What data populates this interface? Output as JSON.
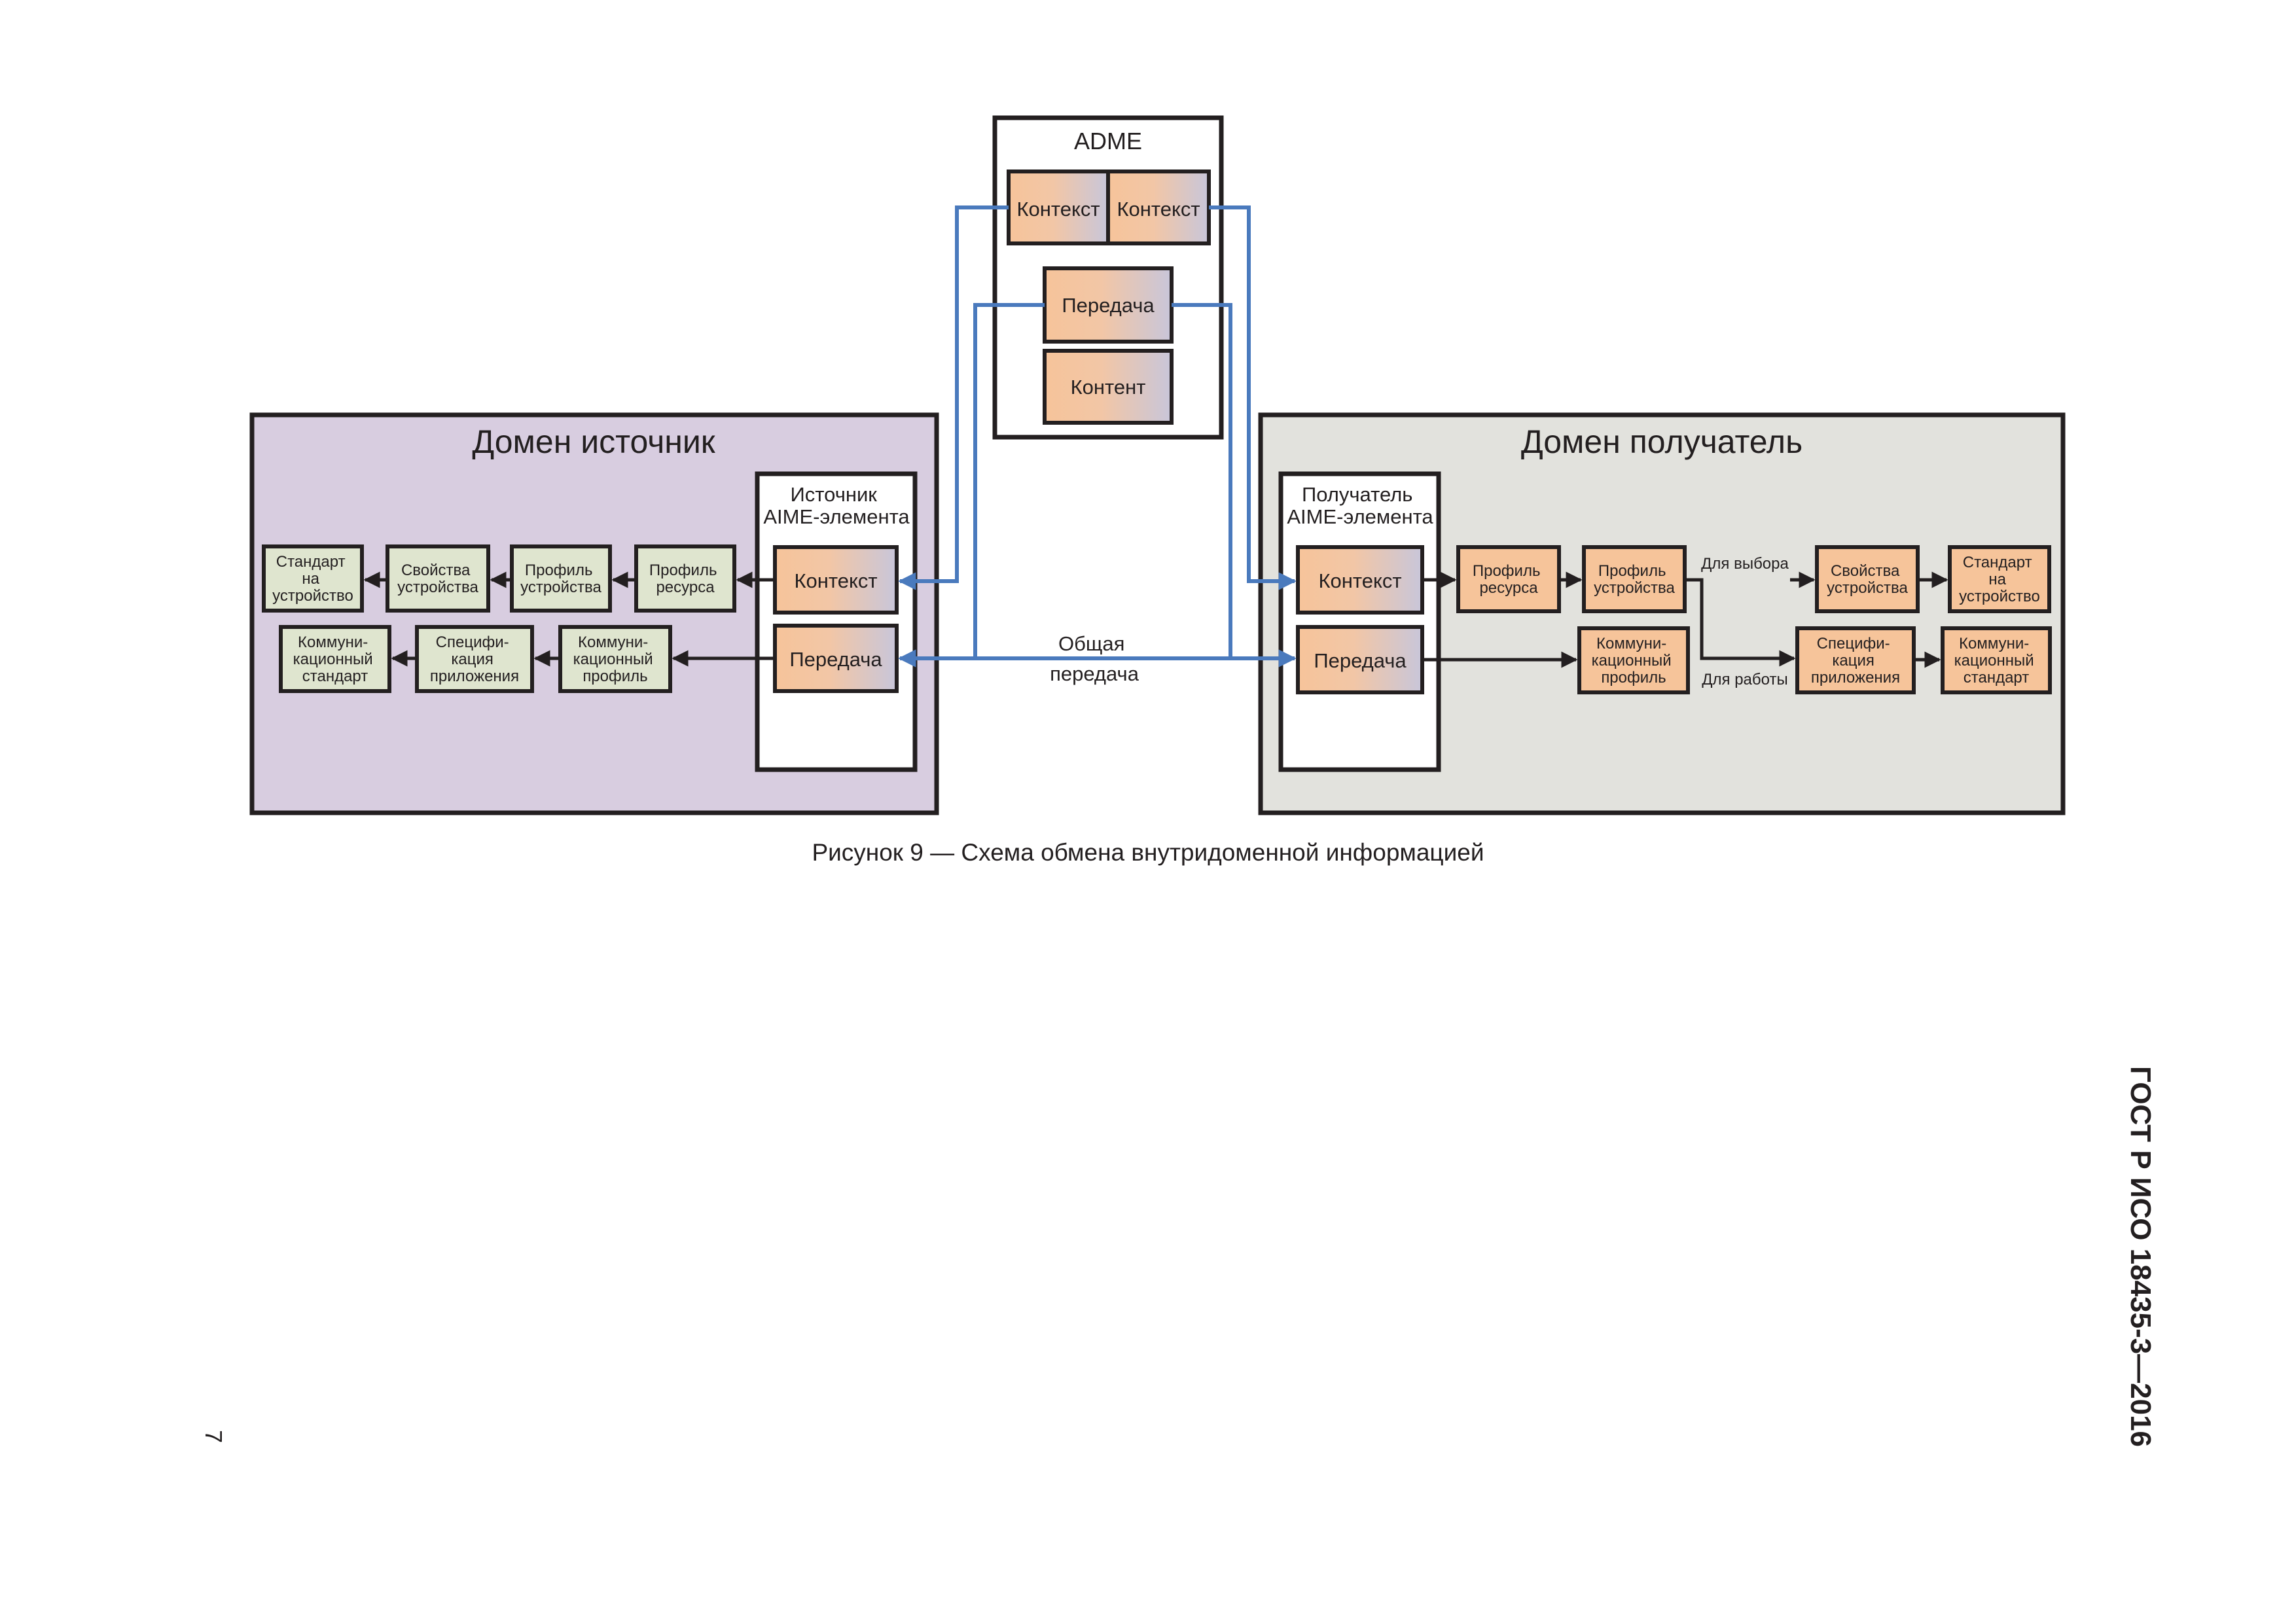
{
  "colors": {
    "source_domain_bg": "#d8cde0",
    "receiver_domain_bg": "#e2e2dd",
    "light_box": "#dfe5cf",
    "orange": "#f6c49a",
    "lavender": "#cac7da",
    "blue_line": "#4a7abd",
    "outline": "#231f20"
  },
  "adme": {
    "title": "ADME",
    "context_left": "Контекст",
    "context_right": "Контекст",
    "transfer": "Передача",
    "content": "Контент"
  },
  "source_domain": {
    "title": "Домен источник",
    "element_lines": [
      "Источник",
      "AIME-элемента"
    ],
    "context": "Контекст",
    "transfer": "Передача",
    "row1": [
      {
        "lines": [
          "Стандарт",
          "на",
          "устройство"
        ]
      },
      {
        "lines": [
          "Свойства",
          "устройства"
        ]
      },
      {
        "lines": [
          "Профиль",
          "устройства"
        ]
      },
      {
        "lines": [
          "Профиль",
          "ресурса"
        ]
      }
    ],
    "row2": [
      {
        "lines": [
          "Коммуни-",
          "кационный",
          "стандарт"
        ]
      },
      {
        "lines": [
          "Специфи-",
          "кация",
          "приложения"
        ]
      },
      {
        "lines": [
          "Коммуни-",
          "кационный",
          "профиль"
        ]
      }
    ]
  },
  "receiver_domain": {
    "title": "Домен получатель",
    "element_lines": [
      "Получатель",
      "AIME-элемента"
    ],
    "context": "Контекст",
    "transfer": "Передача",
    "row1": [
      {
        "lines": [
          "Профиль",
          "ресурса"
        ]
      },
      {
        "lines": [
          "Профиль",
          "устройства"
        ]
      },
      {
        "lines": [
          "Свойства",
          "устройства"
        ]
      },
      {
        "lines": [
          "Стандарт",
          "на",
          "устройство"
        ]
      }
    ],
    "row2": [
      {
        "lines": [
          "Коммуни-",
          "кационный",
          "профиль"
        ]
      },
      {
        "lines": [
          "Специфи-",
          "кация",
          "приложения"
        ]
      },
      {
        "lines": [
          "Коммуни-",
          "кационный",
          "стандарт"
        ]
      }
    ],
    "label_selection": "Для выбора",
    "label_operation": "Для работы"
  },
  "shared_transfer_lines": [
    "Общая",
    "передача"
  ],
  "caption": "Рисунок 9 — Схема обмена внутридоменной информацией",
  "standard_number": "ГОСТ Р ИСО 18435-3—2016",
  "page_number": "7"
}
